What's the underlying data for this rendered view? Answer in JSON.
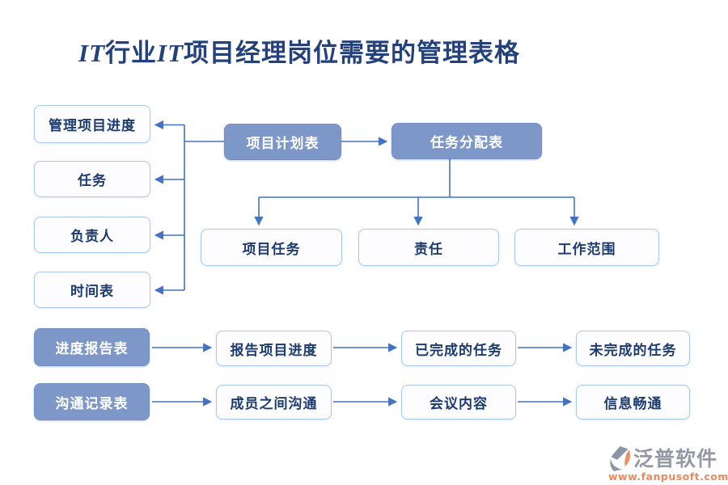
{
  "title": {
    "it1": "IT",
    "seg1": "行业",
    "it2": "IT",
    "seg2": "项目经理岗位需要的管理表格",
    "full_text": "IT行业IT项目经理岗位需要的管理表格"
  },
  "diagram": {
    "left_column": [
      {
        "label": "管理项目进度"
      },
      {
        "label": "任务"
      },
      {
        "label": "负责人"
      },
      {
        "label": "时间表"
      }
    ],
    "top_flow": [
      {
        "label": "项目计划表",
        "style": "dark"
      },
      {
        "label": "任务分配表",
        "style": "dark"
      }
    ],
    "task_breakdown": [
      {
        "label": "项目任务"
      },
      {
        "label": "责任"
      },
      {
        "label": "工作范围"
      }
    ],
    "progress_flow": [
      {
        "label": "进度报告表",
        "style": "dark"
      },
      {
        "label": "报告项目进度",
        "style": "light"
      },
      {
        "label": "已完成的任务",
        "style": "light"
      },
      {
        "label": "未完成的任务",
        "style": "light"
      }
    ],
    "communication_flow": [
      {
        "label": "沟通记录表",
        "style": "dark"
      },
      {
        "label": "成员之间沟通",
        "style": "light"
      },
      {
        "label": "会议内容",
        "style": "light"
      },
      {
        "label": "信息畅通",
        "style": "light"
      }
    ]
  },
  "logo": {
    "name": "泛普软件",
    "url": "www.fanpusoft.com"
  },
  "colors": {
    "title_text": "#24417B",
    "dark_box_fill": "#7D98C8",
    "dark_box_text": "#FFFFFF",
    "light_box_fill": "#FDFDFF",
    "light_box_border": "#A9C7EE",
    "light_box_text": "#1B3B70",
    "connector": "#4472C4",
    "logo_name_text": "#9298A6",
    "logo_url_text": "#EB8A5E",
    "logo_mark_gray": "#8A95A8",
    "logo_mark_orange": "#E8906A"
  }
}
